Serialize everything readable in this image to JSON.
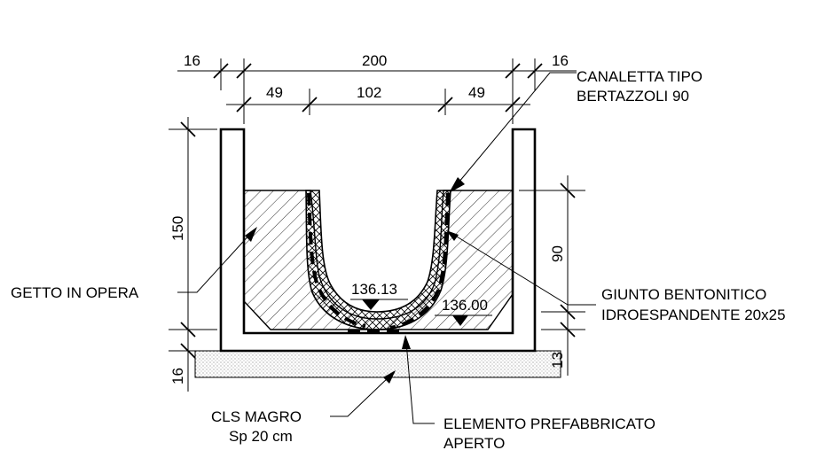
{
  "dimensions": {
    "outer_total": "200",
    "left_wall": "16",
    "right_wall": "16",
    "inner_left": "49",
    "inner_center": "102",
    "inner_right": "49",
    "height_total": "150",
    "base_thickness": "16",
    "channel_height": "90",
    "bottom_gap": "13"
  },
  "levels": {
    "channel_bottom": "136.13",
    "element_bottom": "136.00"
  },
  "labels": {
    "canaletta_line1": "CANALETTA TIPO",
    "canaletta_line2": "BERTAZZOLI 90",
    "getto": "GETTO IN OPERA",
    "giunto_line1": "GIUNTO BENTONITICO",
    "giunto_line2": "IDROESPANDENTE 20x25",
    "cls_line1": "CLS MAGRO",
    "cls_line2": "Sp 20 cm",
    "elemento_line1": "ELEMENTO PREFABBRICATO",
    "elemento_line2": "APERTO"
  }
}
